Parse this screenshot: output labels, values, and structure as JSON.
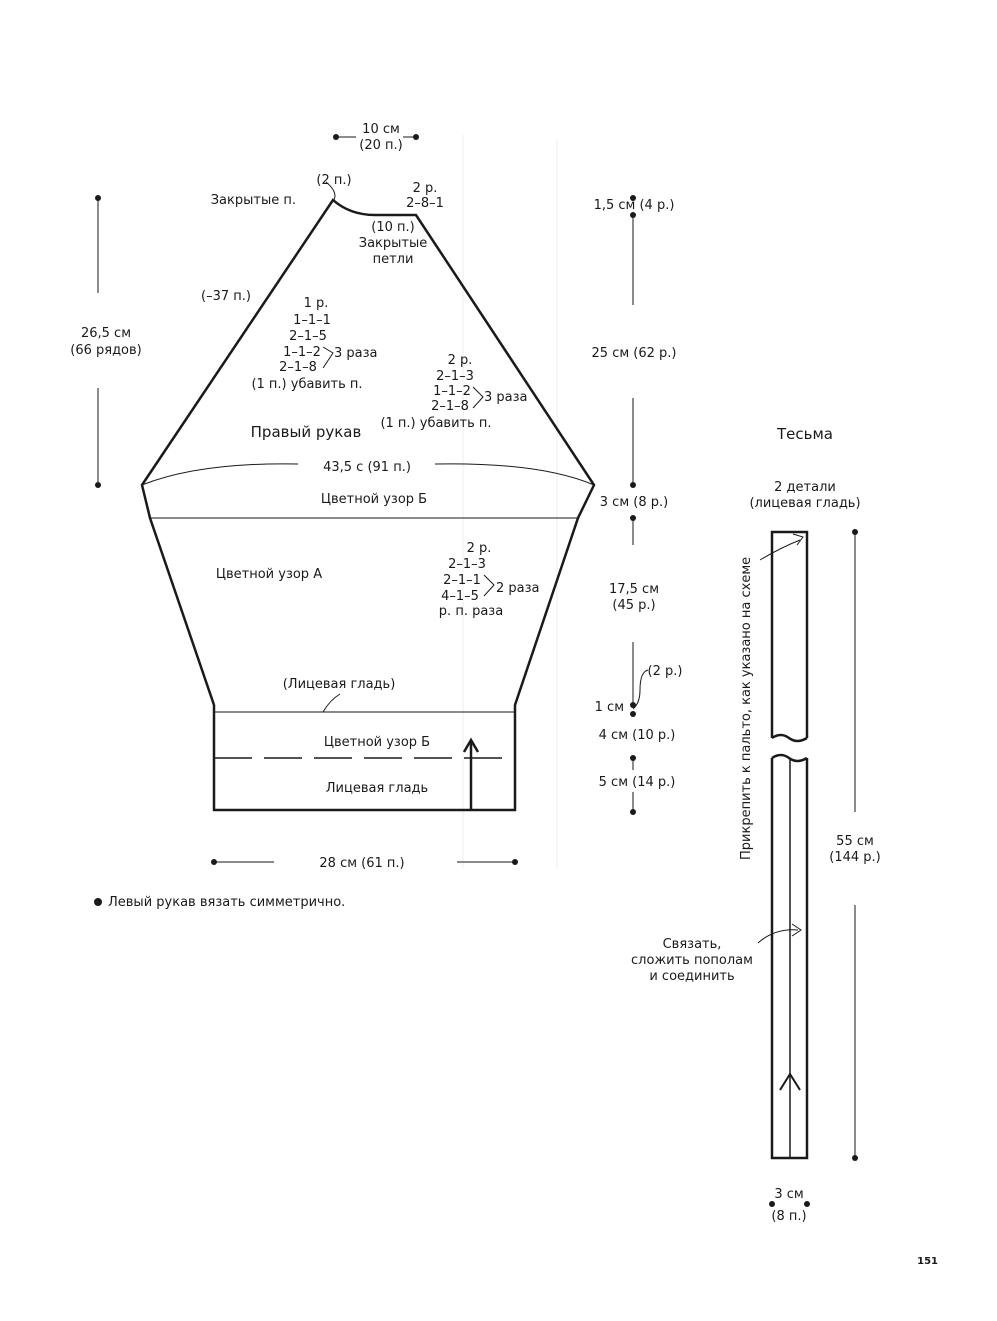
{
  "top_width": {
    "cm": "10 см",
    "st": "(20 п.)"
  },
  "shoulder": {
    "bound_off_label": "Закрытые п.",
    "bound_off_count": "(2 п.)",
    "rows": "2 р.",
    "rule": "2–8–1",
    "center_count": "(10 п.)",
    "center_label_1": "Закрытые",
    "center_label_2": "петли"
  },
  "left_height": {
    "cm": "26,5 см",
    "rows": "(66 рядов)"
  },
  "cap_left_total": "(–37 п.)",
  "left_decreases": {
    "lines": [
      "1 р.",
      "1–1–1",
      "2–1–5",
      "1–1–2",
      "2–1–8"
    ],
    "times": "3 раза",
    "note": "(1 п.) убавить п."
  },
  "right_decreases": {
    "lines": [
      "2 р.",
      "2–1–3",
      "1–1–2",
      "2–1–8"
    ],
    "times": "3 раза",
    "note": "(1 п.) убавить п."
  },
  "sleeve_title": "Правый рукав",
  "widest": "43,5 с (91 п.)",
  "band_b_top": "Цветной узор Б",
  "pattern_a": "Цветной узор А",
  "increases": {
    "lines": [
      "2 р.",
      "2–1–3",
      "2–1–1",
      "4–1–5"
    ],
    "times": "2 раза",
    "note": "р. п. раза"
  },
  "cuff": {
    "stockinette_note": "(Лицевая гладь)",
    "pattern_b": "Цветной узор Б",
    "stockinette": "Лицевая гладь"
  },
  "bottom_width": "28 см (61 п.)",
  "right_measures": {
    "m1": "1,5 см (4 р.)",
    "m2": "25 см (62 р.)",
    "m3": "3 см (8 р.)",
    "m4_cm": "17,5 см",
    "m4_rows": "(45 р.)",
    "m5_rows": "(2 р.)",
    "m5_cm": "1 см",
    "m6": "4 см (10 р.)",
    "m7": "5 см (14 р.)"
  },
  "footnote": "Левый рукав вязать симметрично.",
  "tape": {
    "title": "Тесьма",
    "pieces": "2 детали",
    "fabric": "(лицевая гладь)",
    "attach_note": "Прикрепить к пальто, как указано на схеме",
    "length_cm": "55 см",
    "length_rows": "(144 р.)",
    "fold_1": "Связать,",
    "fold_2": "сложить пополам",
    "fold_3": "и соединить",
    "width_cm": "3 см",
    "width_st": "(8 п.)"
  },
  "page_number": "151"
}
